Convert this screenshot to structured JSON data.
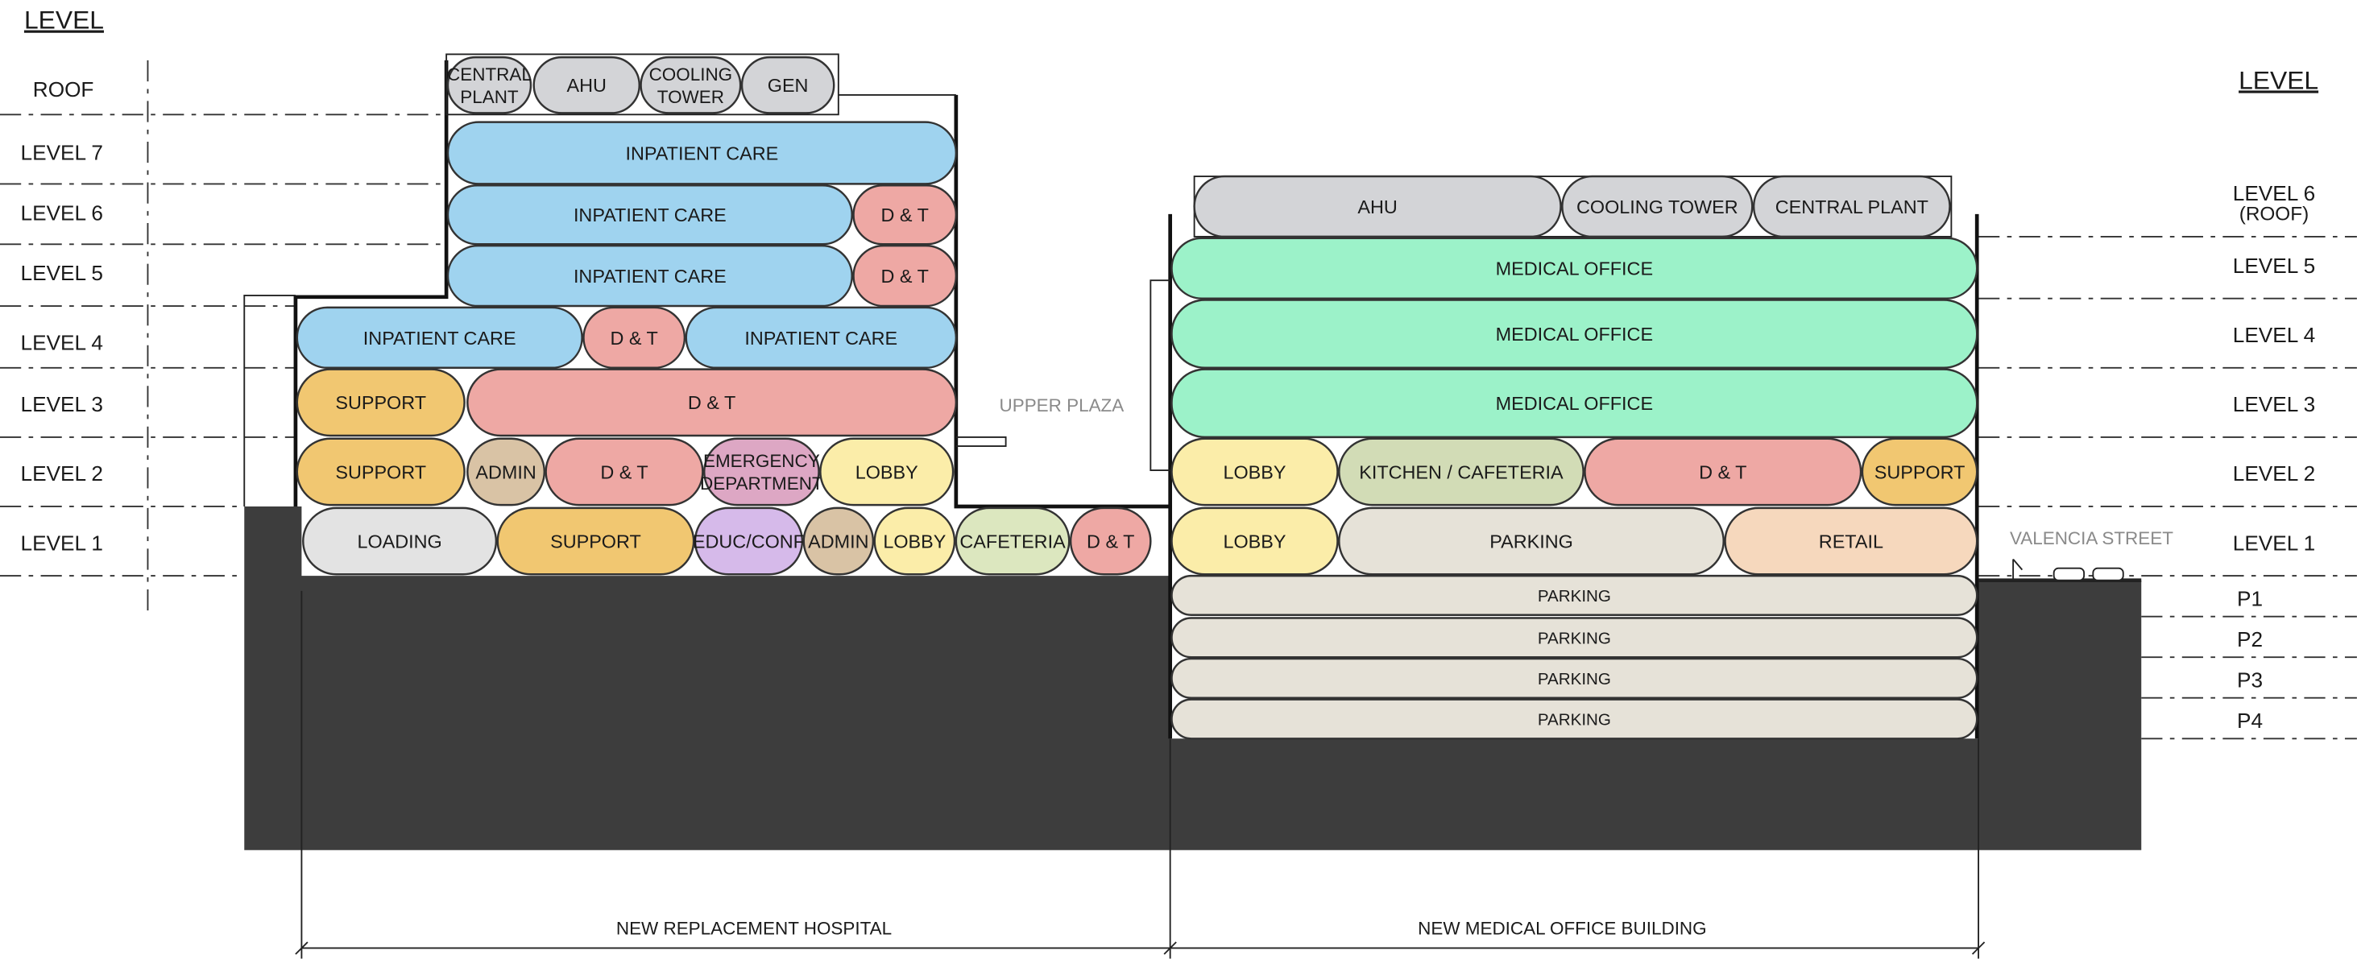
{
  "left_header": "LEVEL",
  "right_header": "LEVEL",
  "left_levels": [
    "ROOF",
    "LEVEL 7",
    "LEVEL 6",
    "LEVEL 5",
    "LEVEL 4",
    "LEVEL 3",
    "LEVEL 2",
    "LEVEL 1"
  ],
  "right_levels": [
    "LEVEL 6",
    "(ROOF)",
    "LEVEL 5",
    "LEVEL 4",
    "LEVEL 3",
    "LEVEL 2",
    "LEVEL 1",
    "P1",
    "P2",
    "P3",
    "P4"
  ],
  "annotations": {
    "upper_plaza": "UPPER PLAZA",
    "valencia_street": "VALENCIA STREET"
  },
  "hospital": {
    "name": "NEW REPLACEMENT HOSPITAL",
    "roof": [
      "CENTRAL",
      "PLANT",
      "AHU",
      "COOLING",
      "TOWER",
      "GEN"
    ],
    "level7": [
      "INPATIENT CARE"
    ],
    "level6": [
      "INPATIENT CARE",
      "D & T"
    ],
    "level5": [
      "INPATIENT CARE",
      "D & T"
    ],
    "level4": [
      "INPATIENT CARE",
      "D & T",
      "INPATIENT CARE"
    ],
    "level3": [
      "SUPPORT",
      "D & T"
    ],
    "level2": [
      "SUPPORT",
      "ADMIN",
      "D & T",
      "EMERGENCY",
      "DEPARTMENT",
      "LOBBY"
    ],
    "level1": [
      "LOADING",
      "SUPPORT",
      "EDUC/CONF",
      "ADMIN",
      "LOBBY",
      "CAFETERIA",
      "D & T"
    ]
  },
  "mob": {
    "name": "NEW MEDICAL OFFICE BUILDING",
    "roof": [
      "AHU",
      "COOLING TOWER",
      "CENTRAL PLANT"
    ],
    "level5": [
      "MEDICAL OFFICE"
    ],
    "level4": [
      "MEDICAL OFFICE"
    ],
    "level3": [
      "MEDICAL OFFICE"
    ],
    "level2": [
      "LOBBY",
      "KITCHEN / CAFETERIA",
      "D & T",
      "SUPPORT"
    ],
    "level1": [
      "LOBBY",
      "PARKING",
      "RETAIL"
    ],
    "parking": [
      "PARKING",
      "PARKING",
      "PARKING",
      "PARKING"
    ]
  },
  "colors": {
    "inpatient": "#9fd3ef",
    "dt": "#eea8a4",
    "support": "#f1c771",
    "admin": "#d9c3a5",
    "emergency": "#dda7c4",
    "lobby": "#fbeda9",
    "loading": "#e3e3e3",
    "educ": "#d6baea",
    "cafeteria": "#dce7bf",
    "equipment": "#d3d4d7",
    "medical": "#9cf2c9",
    "kitchen": "#d2dcb6",
    "parking": "#e6e2d8",
    "retail": "#f6d8bd",
    "ground": "#3d3d3d"
  }
}
